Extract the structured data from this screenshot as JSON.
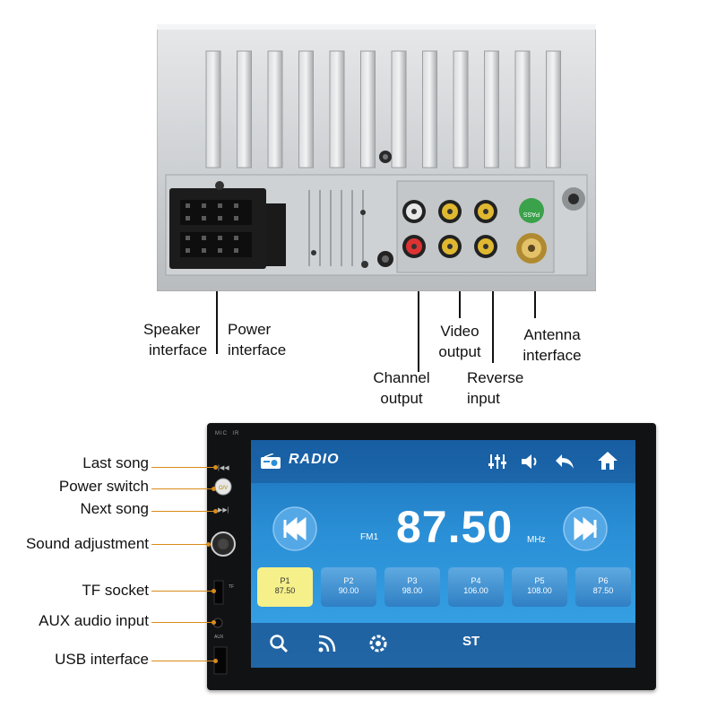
{
  "rear_labels": {
    "speaker": [
      "Speaker",
      "interface"
    ],
    "power": [
      "Power",
      "interface"
    ],
    "video": [
      "Video",
      "output"
    ],
    "antenna": [
      "Antenna",
      "interface"
    ],
    "channel": [
      "Channel",
      "output"
    ],
    "reverse": [
      "Reverse",
      "input"
    ]
  },
  "front_labels": {
    "last_song": "Last song",
    "power_switch": "Power switch",
    "next_song": "Next song",
    "sound_adjustment": "Sound adjustment",
    "tf_socket": "TF socket",
    "aux_input": "AUX audio input",
    "usb": "USB interface"
  },
  "screen": {
    "title": "RADIO",
    "band": "FM1",
    "frequency": "87.50",
    "unit": "MHz",
    "stereo": "ST",
    "presets": [
      {
        "name": "P1",
        "freq": "87.50",
        "active": true
      },
      {
        "name": "P2",
        "freq": "90.00",
        "active": false
      },
      {
        "name": "P3",
        "freq": "98.00",
        "active": false
      },
      {
        "name": "P4",
        "freq": "106.00",
        "active": false
      },
      {
        "name": "P5",
        "freq": "108.00",
        "active": false
      },
      {
        "name": "P6",
        "freq": "87.50",
        "active": false
      }
    ]
  },
  "icons": [
    "radio-icon",
    "equalizer-icon",
    "volume-icon",
    "back-icon",
    "home-icon",
    "prev-icon",
    "next-icon",
    "search-icon",
    "rss-icon",
    "settings-icon"
  ],
  "colors": {
    "accent_line": "#d98c1a",
    "screen_blue": "#2a8fd6",
    "preset_active": "#f5f08a"
  }
}
